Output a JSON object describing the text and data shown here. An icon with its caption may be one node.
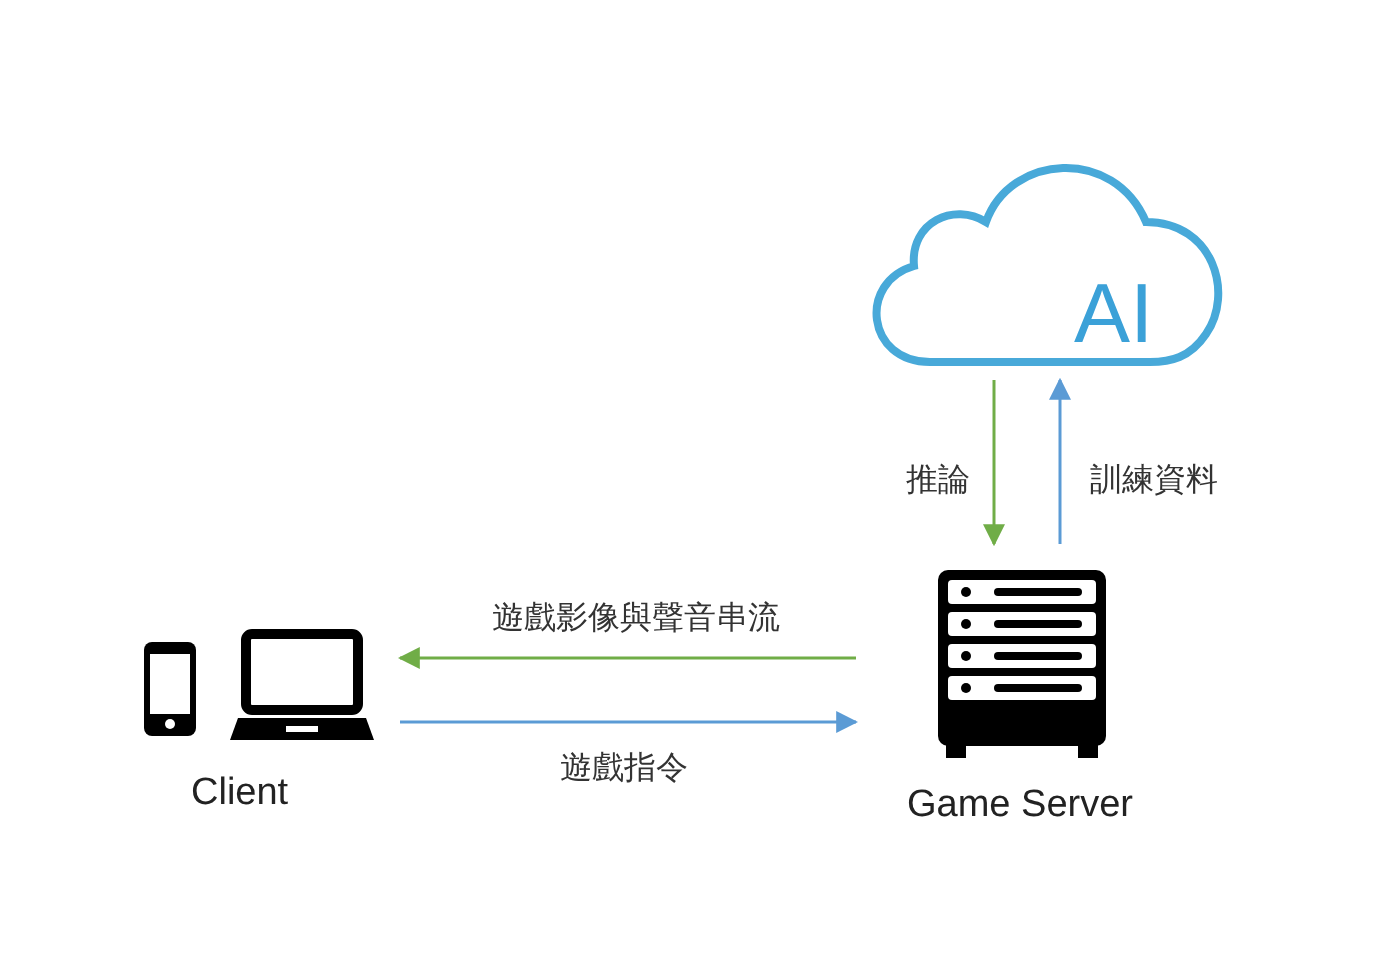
{
  "diagram": {
    "nodes": [
      {
        "text": [
          "AI"
        ]
      },
      {
        "text": [
          "Client"
        ]
      },
      {
        "text": [
          "Game Server"
        ]
      }
    ],
    "edges": [
      {
        "from": 0,
        "to": 2,
        "arrow": "to",
        "label": "推論",
        "color": "#70ad47"
      },
      {
        "from": 2,
        "to": 0,
        "arrow": "to",
        "label": "訓練資料",
        "color": "#5b9bd5"
      },
      {
        "from": 2,
        "to": 1,
        "arrow": "to",
        "label": "遊戲影像與聲音串流",
        "color": "#70ad47"
      },
      {
        "from": 1,
        "to": 2,
        "arrow": "to",
        "label": "遊戲指令",
        "color": "#5b9bd5"
      }
    ]
  }
}
